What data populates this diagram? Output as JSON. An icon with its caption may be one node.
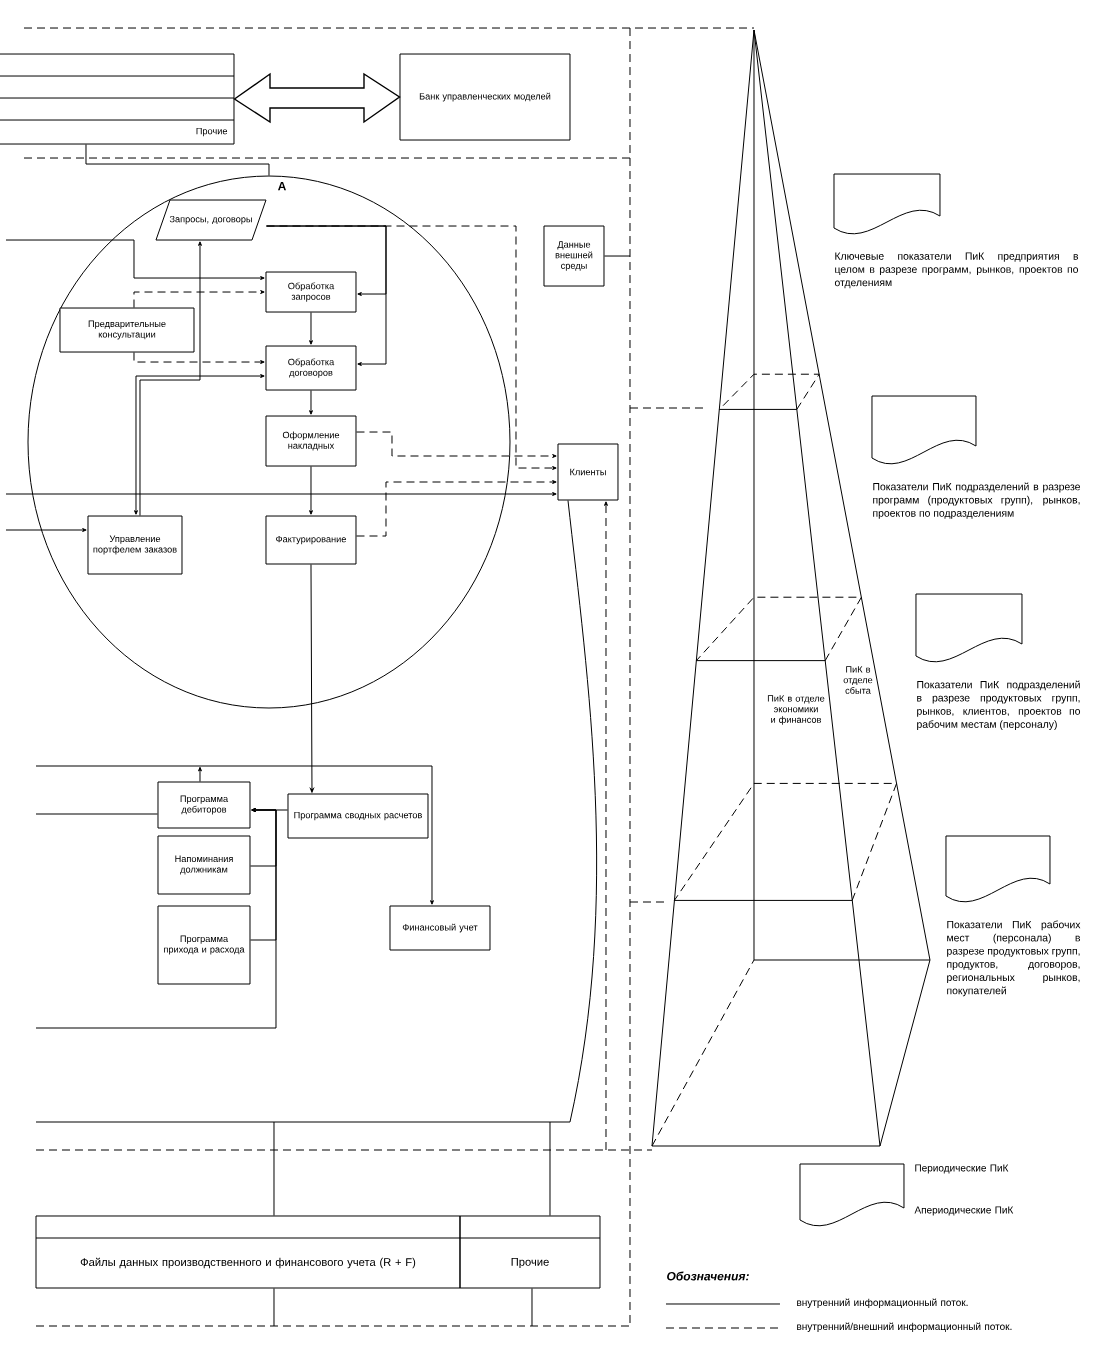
{
  "diagram": {
    "nodes": [
      {
        "text": [
          "Прочие"
        ]
      },
      {
        "text": [
          "Банк управленческих моделей"
        ]
      },
      {
        "text": [],
        "shape": "circle"
      },
      {
        "text": [
          "Запросы, договоры"
        ],
        "in": 2
      },
      {
        "text": [
          "Обработка запросов"
        ],
        "in": 2
      },
      {
        "text": [
          "Предварительные консультации"
        ],
        "in": 2
      },
      {
        "text": [
          "Обработка договоров"
        ],
        "in": 2
      },
      {
        "text": [
          "Оформление накладных"
        ],
        "in": 2
      },
      {
        "text": [
          "Управление портфелем заказов"
        ],
        "in": 2
      },
      {
        "text": [
          "Фактурирование"
        ],
        "in": 2
      },
      {
        "text": [
          "Данные внешней среды"
        ]
      },
      {
        "text": [
          "Клиенты"
        ]
      },
      {
        "text": [
          "Программа дебиторов"
        ]
      },
      {
        "text": [
          "Напоминания должникам"
        ]
      },
      {
        "text": [
          "Программа прихода и расхода"
        ]
      },
      {
        "text": [
          "Программа сводных расчетов"
        ]
      },
      {
        "text": [
          "Финансовый учет"
        ]
      },
      {
        "text": [
          "Файлы данных производственного и финансового учета (R + F)"
        ]
      },
      {
        "text": [
          "Прочие"
        ]
      },
      {
        "text": [
          "ПиК в отделе экономики и финансов"
        ]
      },
      {
        "text": [
          "ПиК в отделе сбыта"
        ]
      },
      {
        "text": [
          "Ключевые показатели ПиК предприятия в целом в разрезе программ, рынков, проектов по отделениям"
        ]
      },
      {
        "text": [
          "Показатели ПиК подразделений в разрезе программ (продуктовых групп), рынков, проектов по подразделениям"
        ]
      },
      {
        "text": [
          "Показатели ПиК подразделений в разрезе продуктовых групп, рынков, клиентов, проектов по рабочим местам (персоналу)"
        ]
      },
      {
        "text": [
          "Показатели ПиК рабочих мест (персонала) в разрезе продуктовых групп, продуктов, договоров, региональных рынков, покупателей"
        ]
      }
    ],
    "edges": [
      {
        "from": 0,
        "to": 2,
        "arrow": "none"
      },
      {
        "from": 0,
        "to": 1,
        "arrow": "both",
        "style": "thick"
      },
      {
        "from": null,
        "to": 4,
        "arrow": "to"
      },
      {
        "from": 5,
        "to": 4,
        "arrow": "to",
        "style": "dashed"
      },
      {
        "from": 5,
        "to": 6,
        "arrow": "to",
        "style": "dashed"
      },
      {
        "from": 8,
        "to": 6,
        "arrow": "both"
      },
      {
        "from": 8,
        "to": 3,
        "arrow": "to"
      },
      {
        "from": 3,
        "to": 4,
        "arrow": "to"
      },
      {
        "from": 3,
        "to": 6,
        "arrow": "to"
      },
      {
        "from": 4,
        "to": 6,
        "arrow": "to"
      },
      {
        "from": 6,
        "to": 7,
        "arrow": "to"
      },
      {
        "from": 7,
        "to": 9,
        "arrow": "to"
      },
      {
        "from": 3,
        "to": 11,
        "arrow": "to",
        "style": "dashed"
      },
      {
        "from": 7,
        "to": 11,
        "arrow": "to",
        "style": "dashed"
      },
      {
        "from": 9,
        "to": 11,
        "arrow": "to",
        "style": "dashed"
      },
      {
        "from": null,
        "to": 11,
        "arrow": "to"
      },
      {
        "from": null,
        "to": 8,
        "arrow": "to"
      },
      {
        "from": 10,
        "to": null,
        "arrow": "none"
      },
      {
        "from": null,
        "to": 11,
        "arrow": "to",
        "style": "dashed"
      },
      {
        "from": 11,
        "to": null,
        "arrow": "none"
      },
      {
        "from": 9,
        "to": 15,
        "arrow": "to"
      },
      {
        "from": 15,
        "to": 12,
        "arrow": "to"
      },
      {
        "from": null,
        "to": 16,
        "arrow": "to"
      },
      {
        "from": 12,
        "to": null,
        "arrow": "to"
      },
      {
        "from": 12,
        "to": null,
        "arrow": "none"
      },
      {
        "from": 13,
        "to": 12,
        "arrow": "to"
      },
      {
        "from": 14,
        "to": 12,
        "arrow": "to"
      },
      {
        "from": null,
        "to": 12,
        "arrow": "to"
      },
      {
        "from": 17,
        "to": null,
        "arrow": "none"
      },
      {
        "from": 18,
        "to": null,
        "arrow": "none"
      },
      {
        "from": 17,
        "to": null,
        "arrow": "none"
      },
      {
        "from": 18,
        "to": null,
        "arrow": "none"
      }
    ],
    "labels": [
      "A",
      "Обозначения:"
    ],
    "legend": [
      {
        "text": "Периодические ПиК"
      },
      {
        "text": "Апериодические ПиК"
      },
      {
        "text": "внутренний информационный поток."
      },
      {
        "text": "внутренний/внешний информационный поток."
      }
    ]
  }
}
